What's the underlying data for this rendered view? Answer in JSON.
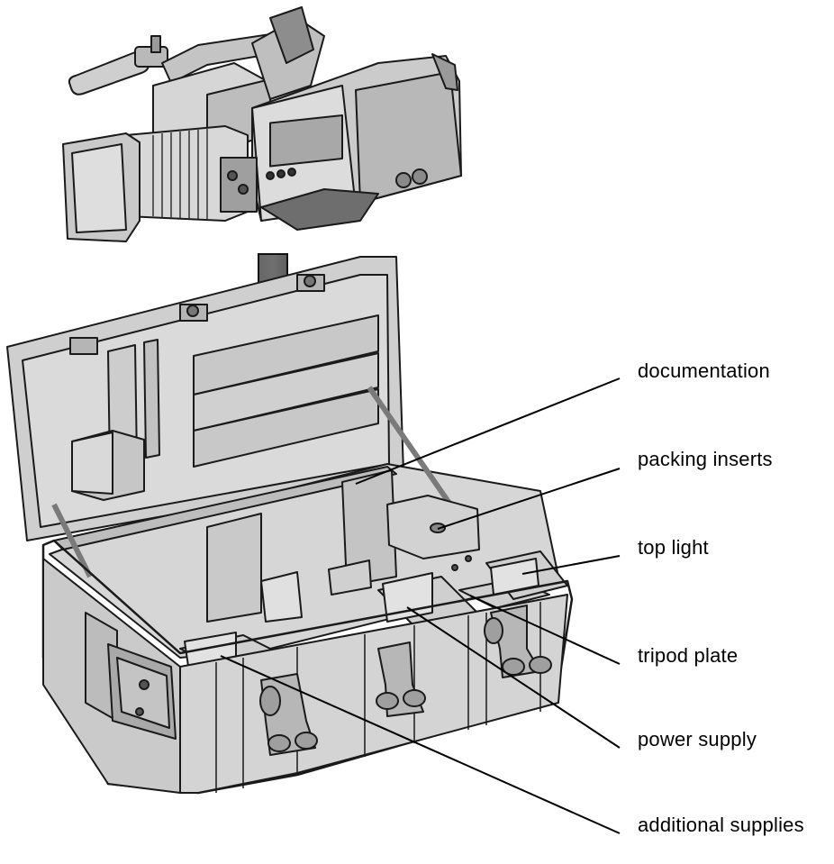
{
  "diagram": {
    "callouts": [
      {
        "id": "documentation",
        "label": "documentation"
      },
      {
        "id": "packing-inserts",
        "label": "packing inserts"
      },
      {
        "id": "top-light",
        "label": "top light"
      },
      {
        "id": "tripod-plate",
        "label": "tripod plate"
      },
      {
        "id": "power-supply",
        "label": "power supply"
      },
      {
        "id": "additional-supplies",
        "label": "additional supplies"
      }
    ]
  }
}
